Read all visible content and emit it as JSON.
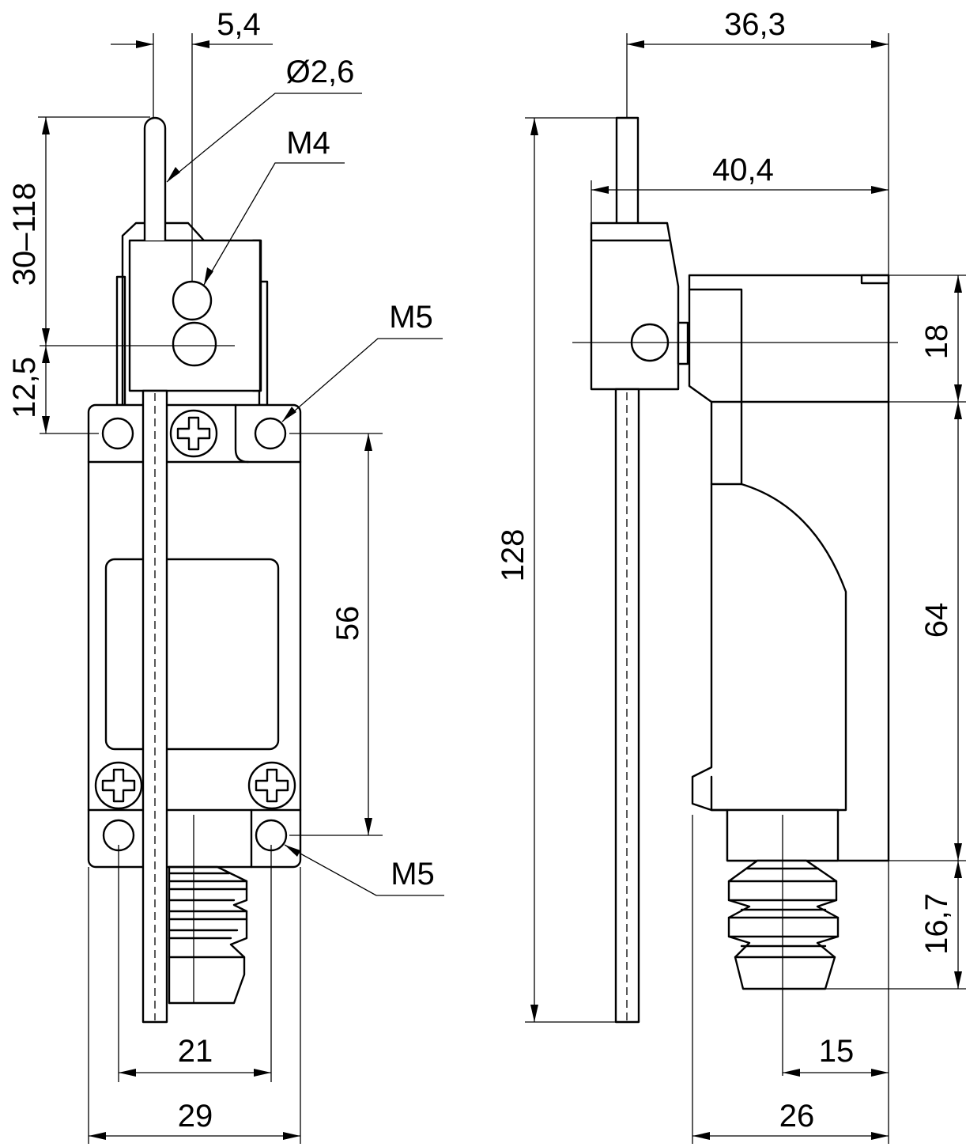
{
  "front_view": {
    "dimensions": {
      "lever_offset": "5,4",
      "rod_diameter": "Ø2,6",
      "thread_top": "M4",
      "lever_length": "30–118",
      "head_offset": "12,5",
      "mount_hole_top": "M5",
      "hole_spacing_vertical": "56",
      "mount_hole_bottom": "M5",
      "hole_spacing_horizontal": "21",
      "body_width": "29"
    }
  },
  "side_view": {
    "dimensions": {
      "head_depth": "36,3",
      "lever_reach": "40,4",
      "overall_height": "128",
      "head_height": "18",
      "body_height": "64",
      "gland_length": "16,7",
      "gland_offset": "15",
      "body_depth": "26"
    }
  }
}
